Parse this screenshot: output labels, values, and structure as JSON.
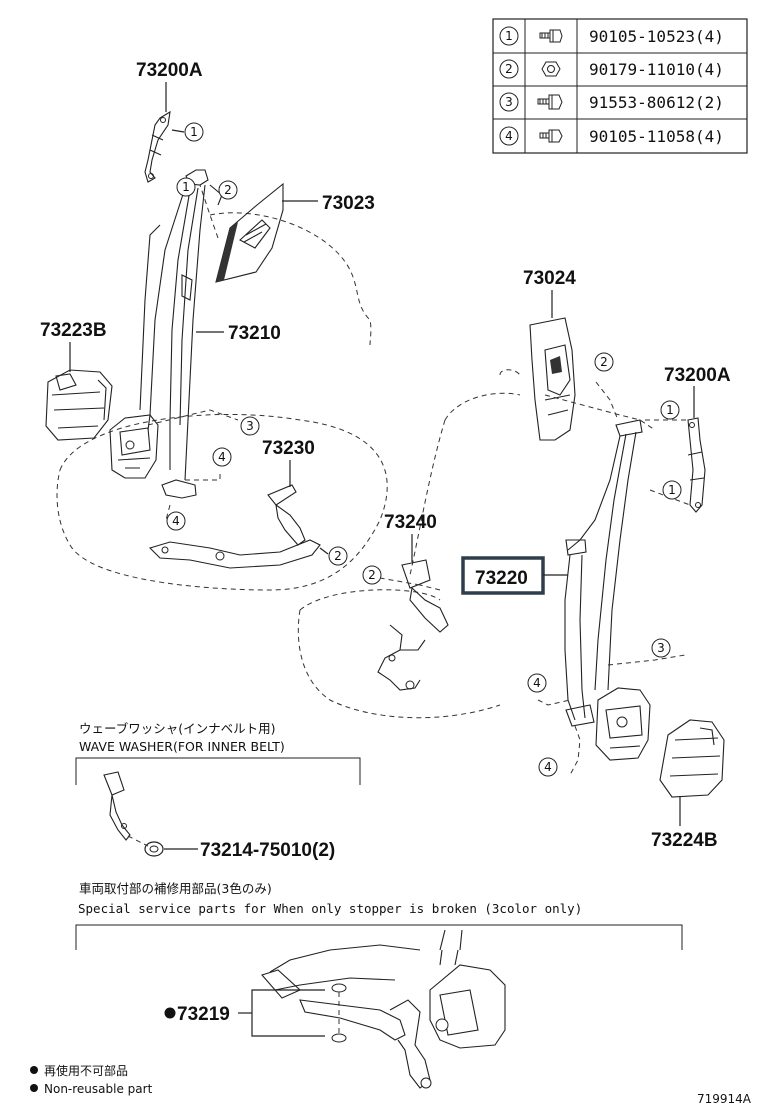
{
  "parts_table": [
    {
      "ref": "1",
      "part_no": "90105-10523(4)",
      "icon": "bolt-icon"
    },
    {
      "ref": "2",
      "part_no": "90179-11010(4)",
      "icon": "nut-icon"
    },
    {
      "ref": "3",
      "part_no": "91553-80612(2)",
      "icon": "bolt-icon"
    },
    {
      "ref": "4",
      "part_no": "90105-11058(4)",
      "icon": "bolt-icon"
    }
  ],
  "labels": {
    "p73200A_left": "73200A",
    "p73023": "73023",
    "p73223B": "73223B",
    "p73210": "73210",
    "p73230": "73230",
    "p73024": "73024",
    "p73200A_right": "73200A",
    "p73240": "73240",
    "p73220": "73220",
    "p73224B": "73224B",
    "p73214": "73214-75010(2)",
    "p73219": "73219"
  },
  "callouts": {
    "one": "1",
    "two": "2",
    "three": "3",
    "four": "4"
  },
  "notes": {
    "wave_washer_jp": "ウェーブワッシャ(インナベルト用)",
    "wave_washer_en": "WAVE WASHER(FOR INNER BELT)",
    "special_jp": "車両取付部の補修用部品(3色のみ)",
    "special_en": "Special  service  parts  for  When  only  stopper  is  broken  (3color  only)",
    "nonreuse_jp": "再使用不可部品",
    "nonreuse_en": "Non-reusable part",
    "bullet": "●"
  },
  "figure_id": "719914A",
  "colors": {
    "highlight_border": "#2f3e4a",
    "line": "#222222"
  }
}
